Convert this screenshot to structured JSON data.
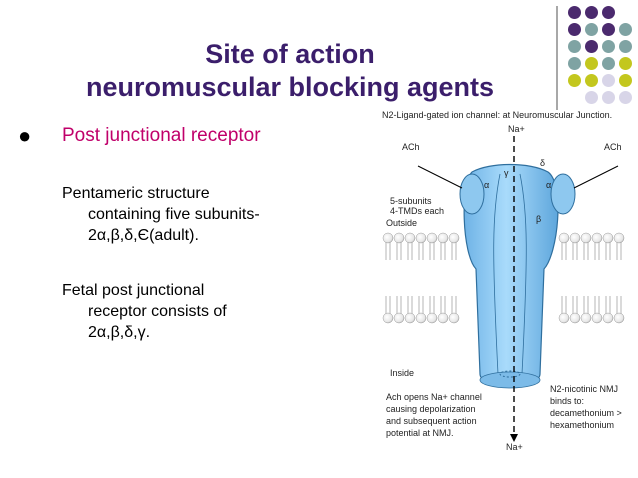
{
  "slide": {
    "title_line1": "Site of action",
    "title_line2": "neuromuscular blocking agents",
    "bullet": "Post junctional receptor",
    "para1_line1": "Pentameric structure",
    "para1_line2": "containing five subunits-",
    "para1_line3": "2α,β,δ,Є(adult).",
    "para2_line1": "Fetal post junctional",
    "para2_line2": "receptor consists of",
    "para2_line3": "2α,β,δ,γ."
  },
  "figure": {
    "caption": "N2-Ligand-gated ion channel: at Neuromuscular Junction.",
    "na_top": "Na+",
    "na_bottom": "Na+",
    "ach_left": "ACh",
    "ach_right": "ACh",
    "subunits_line1": "5-subunits",
    "subunits_line2": "4-TMDs each",
    "outside": "Outside",
    "inside": "Inside",
    "alpha": "α",
    "beta": "β",
    "gamma": "γ",
    "delta": "δ",
    "note1_line1": "Ach opens Na+ channel",
    "note1_line2": "causing depolarization",
    "note1_line3": "and subsequent action",
    "note1_line4": "potential at NMJ.",
    "note2_line1": "N2-nicotinic NMJ",
    "note2_line2": "binds to:",
    "note2_line3": "decamethonium >",
    "note2_line4": "hexamethonium"
  },
  "colors": {
    "title": "#3b1e6b",
    "bullet_text": "#c0006a",
    "dot_purple": "#4b2a6e",
    "dot_teal": "#7fa3a3",
    "dot_olive": "#c3c71e",
    "dot_lavender": "#d8d5e8",
    "receptor_blue": "#8ec8ef"
  }
}
